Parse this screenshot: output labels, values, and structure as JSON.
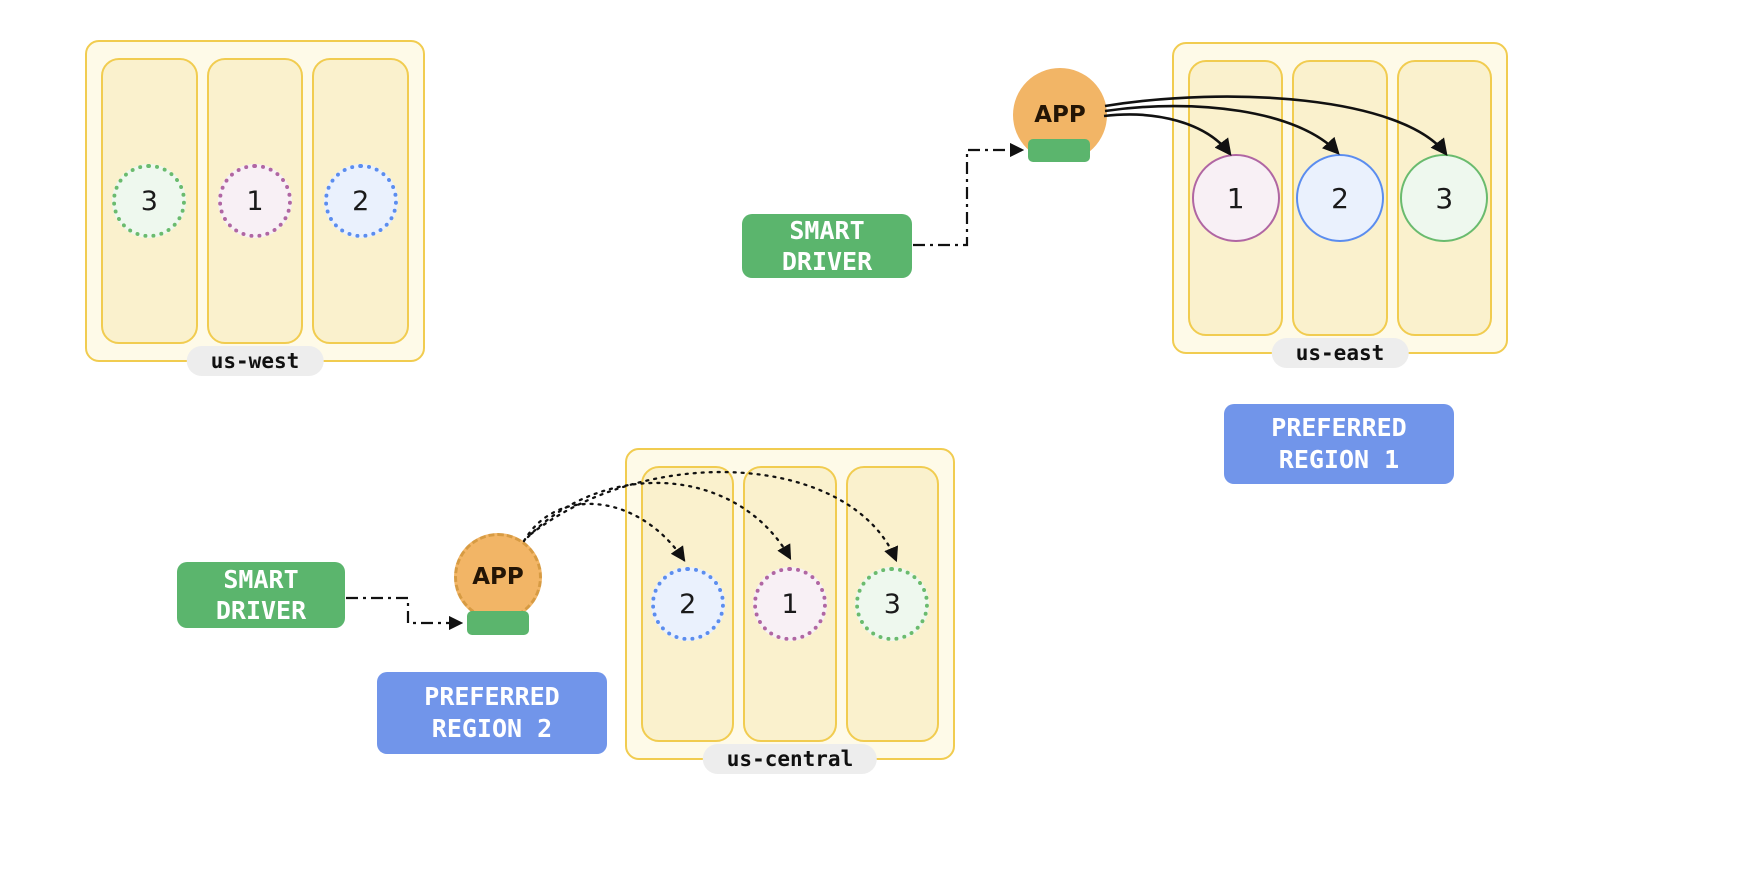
{
  "diagram": {
    "regions": {
      "us_west": {
        "label": "us-west",
        "nodes": [
          {
            "value": "3",
            "color": "green",
            "style": "dotted"
          },
          {
            "value": "1",
            "color": "purple",
            "style": "dotted"
          },
          {
            "value": "2",
            "color": "blue",
            "style": "dotted"
          }
        ]
      },
      "us_east": {
        "label": "us-east",
        "preferred": "PREFERRED\nREGION 1",
        "nodes": [
          {
            "value": "1",
            "color": "purple",
            "style": "solid"
          },
          {
            "value": "2",
            "color": "blue",
            "style": "solid"
          },
          {
            "value": "3",
            "color": "green",
            "style": "solid"
          }
        ]
      },
      "us_central": {
        "label": "us-central",
        "preferred": "PREFERRED\nREGION 2",
        "nodes": [
          {
            "value": "2",
            "color": "blue",
            "style": "dotted"
          },
          {
            "value": "1",
            "color": "purple",
            "style": "dotted"
          },
          {
            "value": "3",
            "color": "green",
            "style": "dotted"
          }
        ]
      }
    },
    "driver_top": {
      "label": "SMART\nDRIVER",
      "app": "APP"
    },
    "driver_bottom": {
      "label": "SMART\nDRIVER",
      "app": "APP"
    },
    "colors": {
      "region_border": "#F1CC50",
      "region_fill": "#FEFAE8",
      "zone_fill": "#FAF1CD",
      "driver_green": "#5BB56D",
      "preferred_blue": "#7195EA",
      "app_orange": "#F2B566",
      "node_purple": "#B066A3",
      "node_blue": "#5B8DEF",
      "node_green": "#6ABB6E",
      "label_pill_bg": "#EDEDED",
      "arrow_black": "#111111"
    }
  }
}
